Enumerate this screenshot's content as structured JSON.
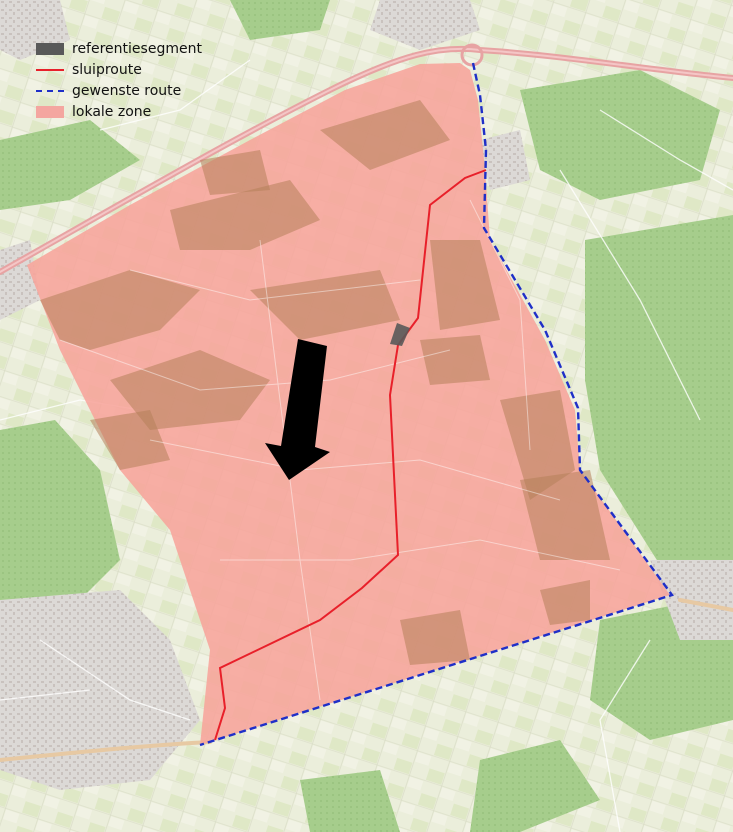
{
  "legend": {
    "items": [
      {
        "label": "referentiesegment",
        "kind": "box",
        "color": "#595959"
      },
      {
        "label": "sluiproute",
        "kind": "line-solid",
        "color": "#e8202a"
      },
      {
        "label": "gewenste route",
        "kind": "line-dashed",
        "color": "#1f2fc8"
      },
      {
        "label": "lokale zone",
        "kind": "box",
        "color": "#f4a6a0"
      }
    ]
  },
  "colors": {
    "local_zone_fill": "#f7a49b",
    "sluiproute": "#e8202a",
    "gewenste_route": "#1f2fc8",
    "referentiesegment": "#595959",
    "arrow": "#000000",
    "forest": "#a8cf8f",
    "field": "#e8ecd6",
    "built_up": "#d9d6d4",
    "highway": "#e79a9a"
  },
  "icons": {
    "direction_arrow": "arrow-down-left-icon"
  }
}
